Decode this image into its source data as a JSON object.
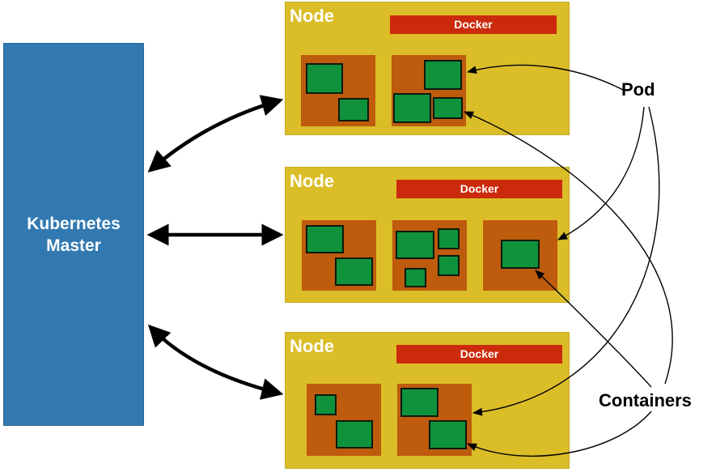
{
  "master": {
    "label_line1": "Kubernetes",
    "label_line2": "Master"
  },
  "nodes": [
    {
      "title": "Node",
      "runtime": "Docker"
    },
    {
      "title": "Node",
      "runtime": "Docker"
    },
    {
      "title": "Node",
      "runtime": "Docker"
    }
  ],
  "callouts": {
    "pod": "Pod",
    "containers": "Containers"
  },
  "colors": {
    "master": "#3179b0",
    "node": "#dbbd28",
    "docker": "#cb2b0c",
    "pod": "#be5b0d",
    "container": "#10923c"
  }
}
